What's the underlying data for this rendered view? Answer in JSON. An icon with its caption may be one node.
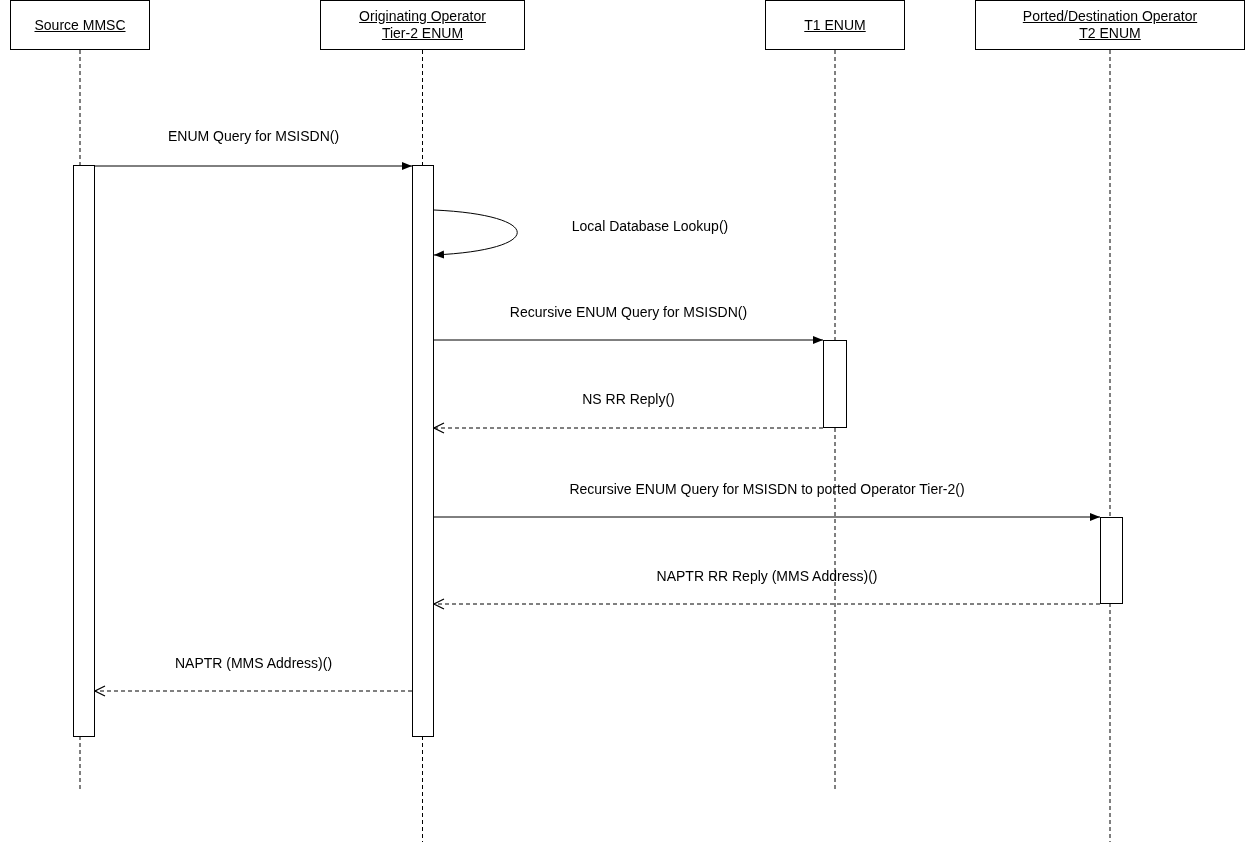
{
  "diagram": {
    "nodes": [
      {
        "text": [
          "Source MMSC"
        ]
      },
      {
        "text": [
          "Originating Operator Tier-2 ENUM"
        ]
      },
      {
        "text": [
          "T1 ENUM"
        ]
      },
      {
        "text": [
          "Ported/Destination Operator T2 ENUM"
        ]
      },
      {
        "text": [],
        "shape": "bar"
      },
      {
        "text": [],
        "shape": "bar"
      },
      {
        "text": [],
        "shape": "bar"
      },
      {
        "text": [],
        "shape": "bar"
      }
    ],
    "edges": [
      {
        "from": 4,
        "to": 5,
        "arrow": "to",
        "label": "ENUM Query for MSISDN()"
      },
      {
        "from": 5,
        "to": 5,
        "arrow": "to",
        "label": "Local Database Lookup()"
      },
      {
        "from": 5,
        "to": 6,
        "arrow": "to",
        "label": "Recursive ENUM Query for MSISDN()"
      },
      {
        "from": 6,
        "to": 5,
        "arrow": "to",
        "style": "dashed",
        "label": "NS RR Reply()"
      },
      {
        "from": 5,
        "to": 7,
        "arrow": "to",
        "label": "Recursive ENUM Query for MSISDN to ported Operator Tier-2()"
      },
      {
        "from": 7,
        "to": 5,
        "arrow": "to",
        "style": "dashed",
        "label": "NAPTR RR Reply (MMS Address)()"
      },
      {
        "from": 5,
        "to": 4,
        "arrow": "to",
        "style": "dashed",
        "label": "NAPTR (MMS Address)()"
      },
      {
        "from": 0,
        "to": null,
        "arrow": "none",
        "style": "dashed"
      },
      {
        "from": 1,
        "to": null,
        "arrow": "none",
        "style": "dashed"
      },
      {
        "from": 2,
        "to": null,
        "arrow": "none",
        "style": "dashed"
      },
      {
        "from": 3,
        "to": null,
        "arrow": "none",
        "style": "dashed"
      }
    ]
  }
}
